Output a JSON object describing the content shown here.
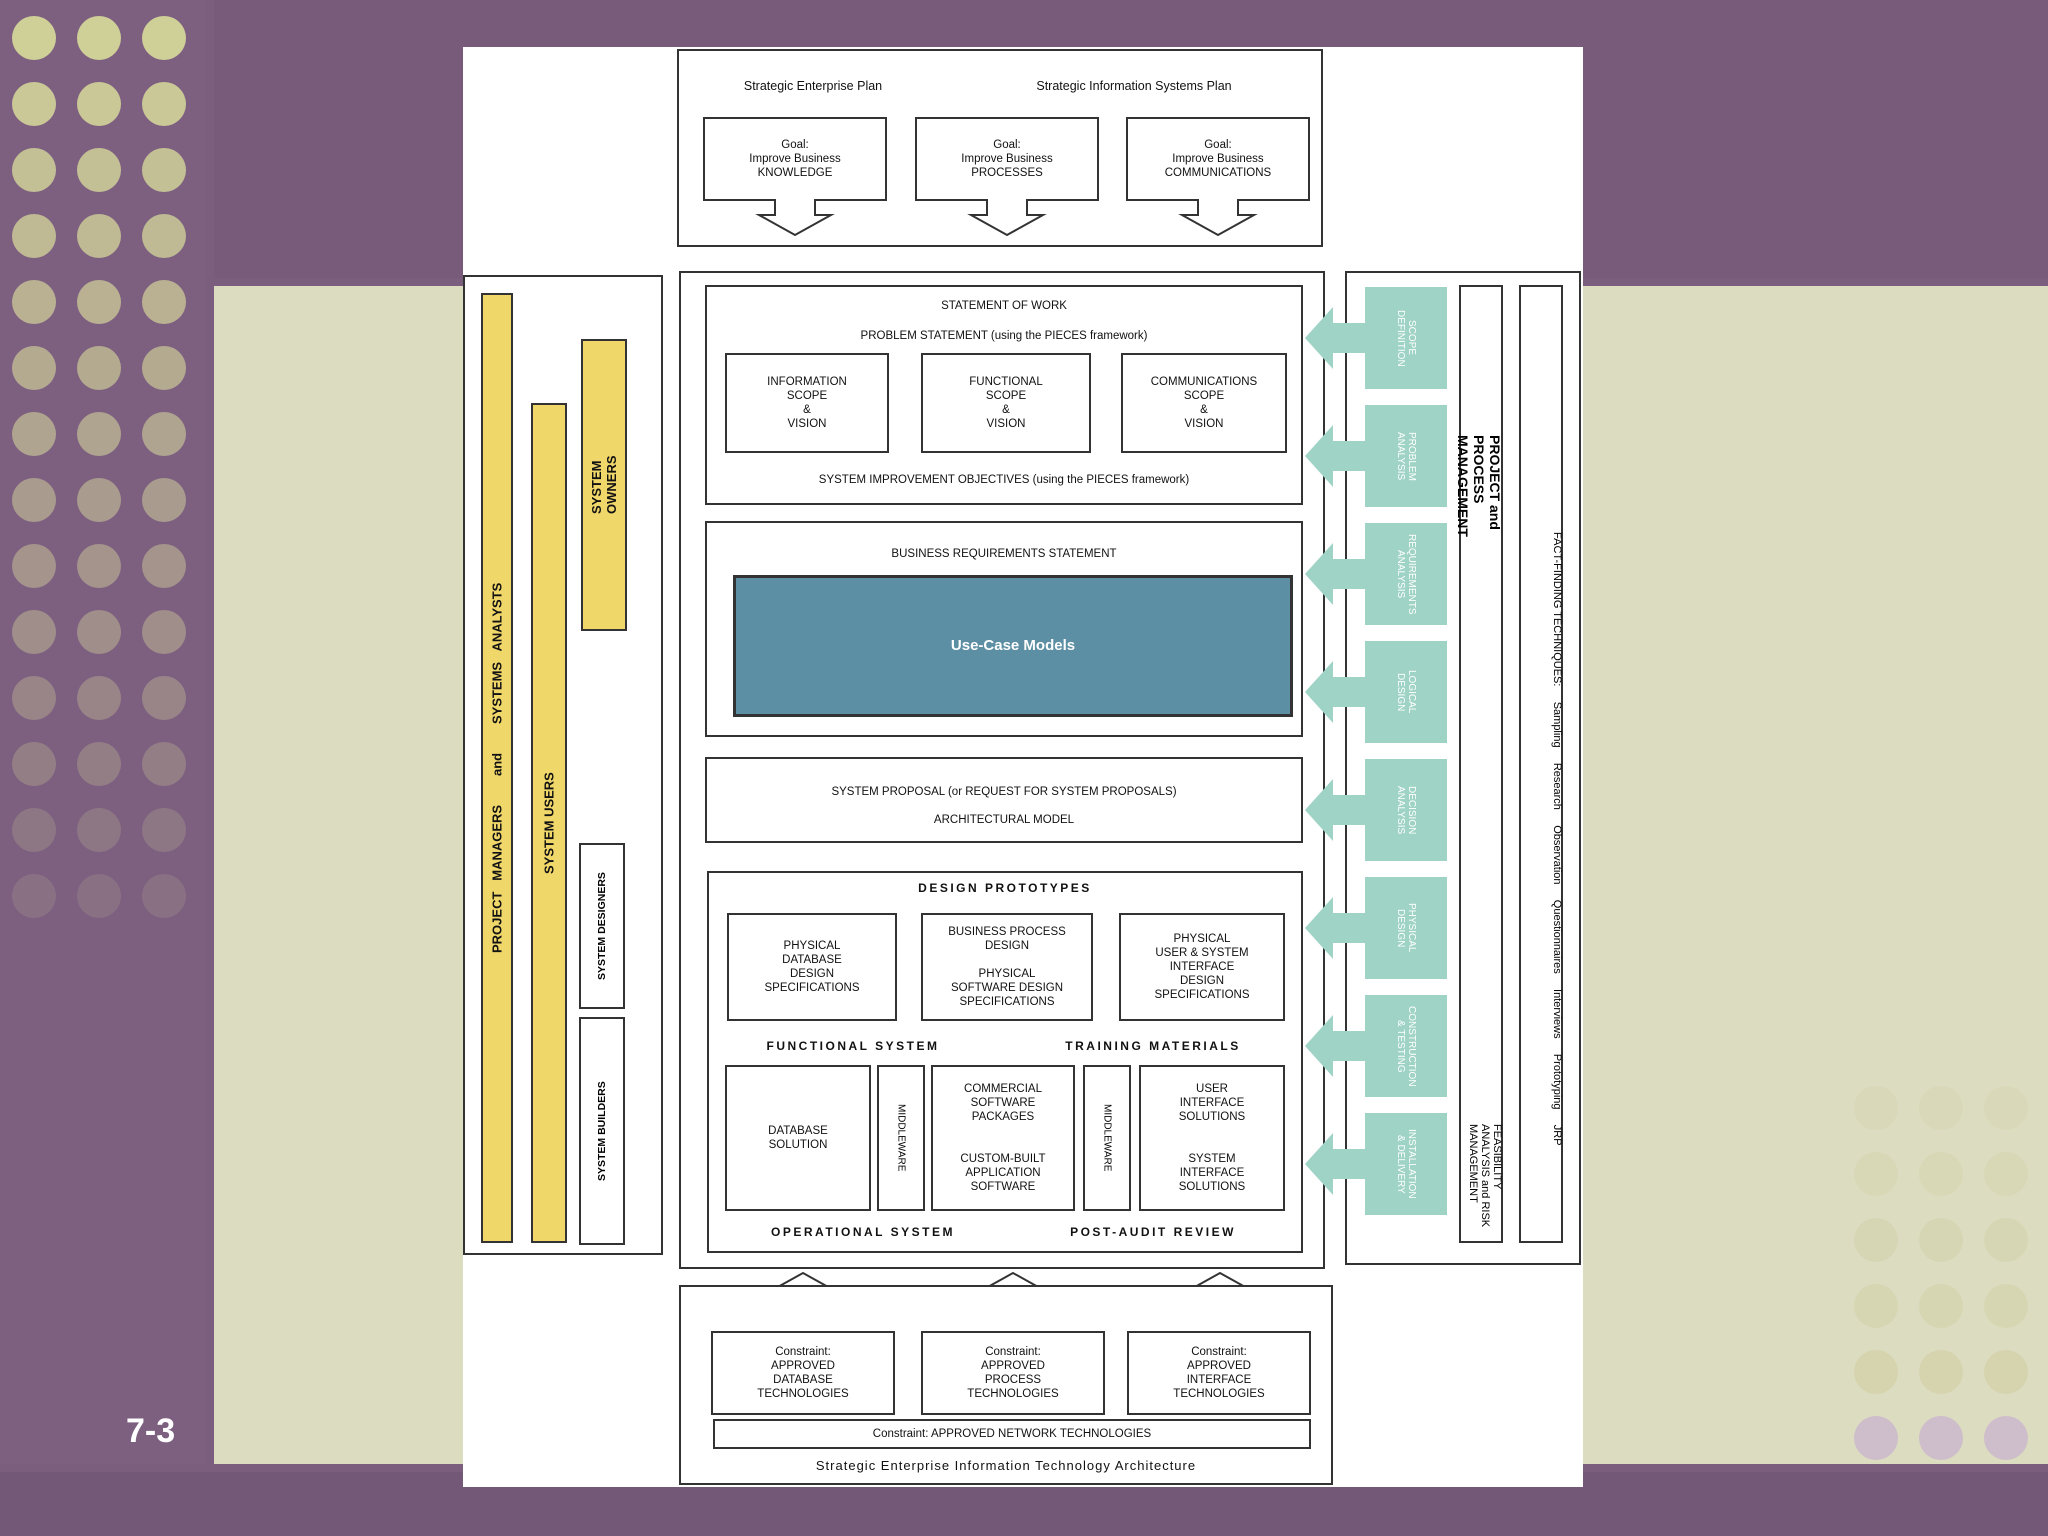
{
  "slide": {
    "number": "7-3"
  },
  "diagram": {
    "top": {
      "plan_enterprise": "Strategic Enterprise Plan",
      "plan_is": "Strategic Information Systems Plan",
      "goals": [
        "Goal:\nImprove Business\nKNOWLEDGE",
        "Goal:\nImprove Business\nPROCESSES",
        "Goal:\nImprove Business\nCOMMUNICATIONS"
      ]
    },
    "sow": {
      "title": "STATEMENT OF WORK",
      "problem": "PROBLEM STATEMENT (using the PIECES framework)",
      "scopes": [
        "INFORMATION\nSCOPE\n&\nVISION",
        "FUNCTIONAL\nSCOPE\n&\nVISION",
        "COMMUNICATIONS\nSCOPE\n&\nVISION"
      ],
      "objectives": "SYSTEM IMPROVEMENT OBJECTIVES (using the PIECES framework)"
    },
    "brs": {
      "title": "BUSINESS REQUIREMENTS STATEMENT",
      "usecase": "Use-Case Models"
    },
    "proposal": {
      "line1": "SYSTEM PROPOSAL  (or  REQUEST FOR SYSTEM PROPOSALS)",
      "line2": "ARCHITECTURAL MODEL"
    },
    "design": {
      "title": "DESIGN PROTOTYPES",
      "boxes": [
        "PHYSICAL\nDATABASE\nDESIGN\nSPECIFICATIONS",
        "BUSINESS PROCESS\nDESIGN\n\nPHYSICAL\nSOFTWARE DESIGN\nSPECIFICATIONS",
        "PHYSICAL\nUSER & SYSTEM\nINTERFACE\nDESIGN\nSPECIFICATIONS"
      ],
      "functional_system": "FUNCTIONAL SYSTEM",
      "training_materials": "TRAINING MATERIALS",
      "solutions": {
        "database": "DATABASE\nSOLUTION",
        "middleware": "MIDDLEWARE",
        "software": "COMMERCIAL\nSOFTWARE\nPACKAGES\n\n\nCUSTOM-BUILT\nAPPLICATION\nSOFTWARE",
        "interface": "USER\nINTERFACE\nSOLUTIONS\n\n\nSYSTEM\nINTERFACE\nSOLUTIONS"
      },
      "operational_system": "OPERATIONAL SYSTEM",
      "post_audit": "POST-AUDIT REVIEW"
    },
    "left": {
      "pm": "PROJECT   MANAGERS        and        SYSTEMS   ANALYSTS",
      "users": "SYSTEM USERS",
      "owners": "SYSTEM\nOWNERS",
      "designers": "SYSTEM DESIGNERS",
      "builders": "SYSTEM BUILDERS"
    },
    "phases": [
      "SCOPE\nDEFINITION",
      "PROBLEM\nANALYSIS",
      "REQUIREMENTS\nANALYSIS",
      "LOGICAL\nDESIGN",
      "DECISION\nANALYSIS",
      "PHYSICAL\nDESIGN",
      "CONSTRUCTION\n& TESTING",
      "INSTALLATION\n& DELIVERY"
    ],
    "right": {
      "management": "PROJECT and PROCESS MANAGEMENT",
      "feasibility": "FEASIBILITY ANALYSIS and RISK MANAGEMENT",
      "fact_finding": "FACT-FINDING TECHNIQUES:     Sampling     Research     Observation     Questionnaires     Interviews     Prototyping     JRP"
    },
    "bottom": {
      "constraints": [
        "Constraint:\nAPPROVED\nDATABASE\nTECHNOLOGIES",
        "Constraint:\nAPPROVED\nPROCESS\nTECHNOLOGIES",
        "Constraint:\nAPPROVED\nINTERFACE\nTECHNOLOGIES"
      ],
      "network": "Constraint: APPROVED NETWORK TECHNOLOGIES",
      "architecture": "Strategic Enterprise Information Technology Architecture"
    }
  }
}
